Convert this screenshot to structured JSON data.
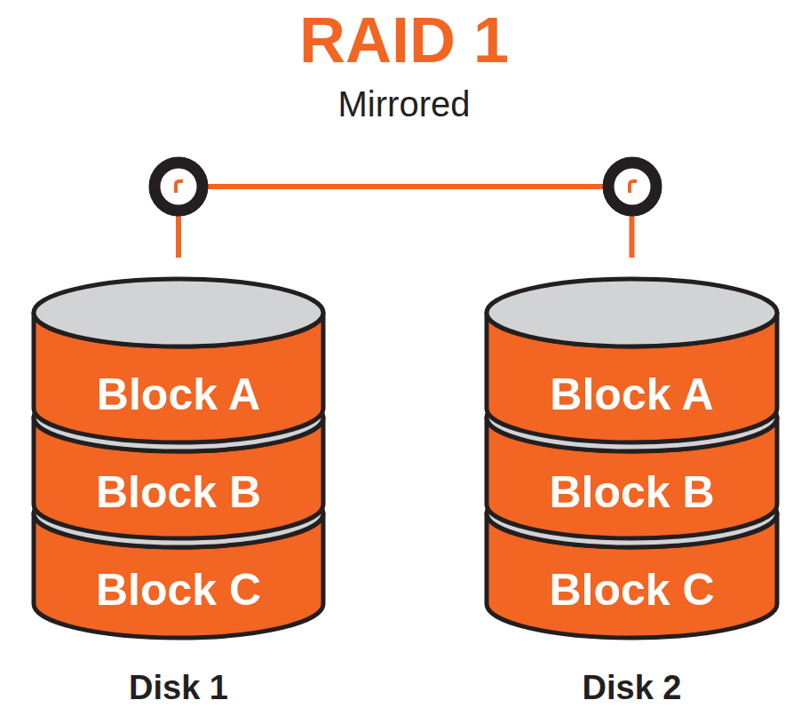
{
  "diagram": {
    "title": "RAID 1",
    "nodes": [
      {
        "text": [
          "Disk 1"
        ]
      },
      {
        "text": [
          "Block A"
        ],
        "in": 0
      },
      {
        "text": [
          "Block B"
        ],
        "in": 0
      },
      {
        "text": [
          "Block C"
        ],
        "in": 0
      },
      {
        "text": [
          "Disk 2"
        ]
      },
      {
        "text": [
          "Block A"
        ],
        "in": 4
      },
      {
        "text": [
          "Block B"
        ],
        "in": 4
      },
      {
        "text": [
          "Block C"
        ],
        "in": 4
      }
    ],
    "edges": [
      {
        "from": 0,
        "to": 4,
        "arrow": "none"
      }
    ],
    "labels": [
      "Mirrored"
    ]
  }
}
